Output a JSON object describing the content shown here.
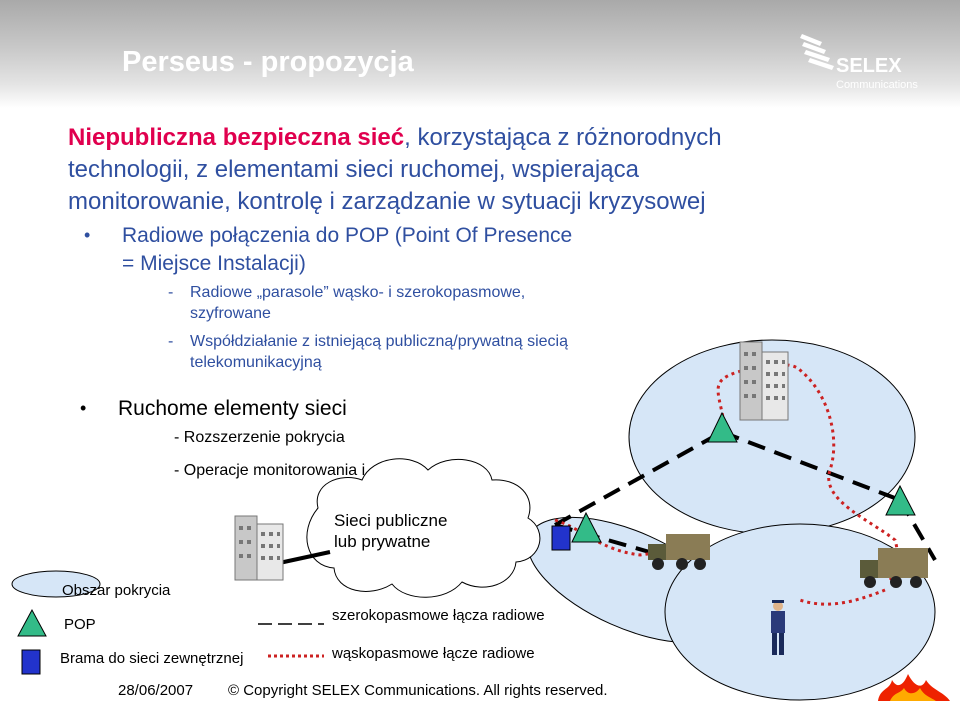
{
  "slide": {
    "title": "Perseus - propozycja",
    "logo": {
      "brand": "SELEX",
      "sub": "Communications",
      "icon": "selex-wing-icon"
    },
    "lead": {
      "line1_red": "Niepubliczna bezpieczna sieć",
      "line1_rest": ", korzystająca z różnorodnych",
      "line2": "technologii, z elementami sieci ruchomej, wspierająca",
      "line3": "monitorowanie, kontrolę i zarządzanie w sytuacji kryzysowej"
    },
    "bullet1": {
      "line1": "Radiowe połączenia do POP (Point Of Presence",
      "line2": "= Miejsce Instalacji)",
      "sub1_line1": "Radiowe „parasole” wąsko- i szerokopasmowe,",
      "sub1_line2": "szyfrowane",
      "sub2_line1": "Współdziałanie z istniejącą publiczną/prywatną siecią",
      "sub2_line2": "telekomunikacyjną",
      "dash": "-"
    },
    "bullet2": {
      "label": "Ruchome elementy sieci",
      "sub1": "- Rozszerzenie pokrycia",
      "sub2": "- Operacje monitorowania i czujniki"
    },
    "cloud": {
      "line1": "Sieci publiczne",
      "line2": "lub prywatne"
    },
    "legend": {
      "coverage": "Obszar pokrycia",
      "pop": "POP",
      "gateway": "Brama do sieci zewnętrznej",
      "broadband": "szerokopasmowe łącza radiowe",
      "narrowband": "wąskopasmowe łącze radiowe"
    },
    "footer": {
      "date": "28/06/2007",
      "copyright": "© Copyright SELEX Communications. All rights reserved."
    },
    "colors": {
      "title": "#ffffff",
      "accent_red": "#e0004e",
      "text_blue": "#2f4fa0",
      "coverage_fill": "#d6e6f7",
      "pop_green": "#33bb88",
      "gateway_blue": "#2233cc",
      "narrowband_red": "#cc2222"
    }
  }
}
